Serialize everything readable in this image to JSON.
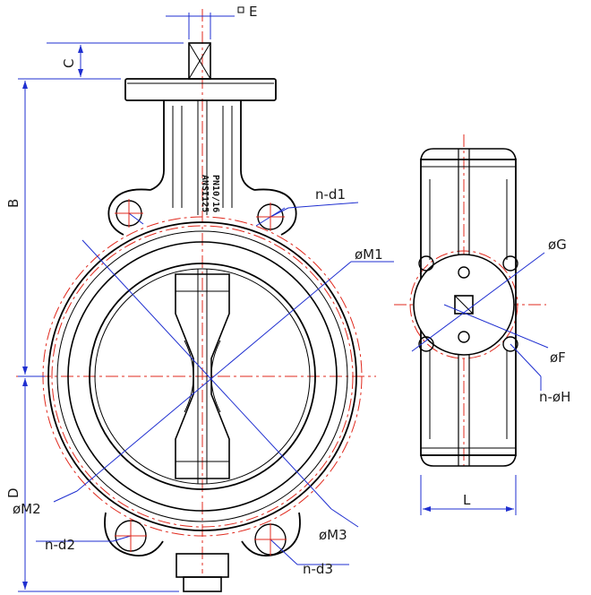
{
  "labels": {
    "e": "E",
    "c": "C",
    "b": "B",
    "d": "D",
    "l": "L",
    "nd1": "n-d1",
    "m1": "øM1",
    "m2": "øM2",
    "m3": "øM3",
    "nd2": "n-d2",
    "nd3": "n-d3",
    "g": "øG",
    "f": "øF",
    "nh": "n-øH",
    "cast1": "PN10/16",
    "cast2": "ANSI125"
  },
  "colors": {
    "outline": "#000000",
    "dimension": "#1f2fd0",
    "centerline": "#e0281c"
  }
}
